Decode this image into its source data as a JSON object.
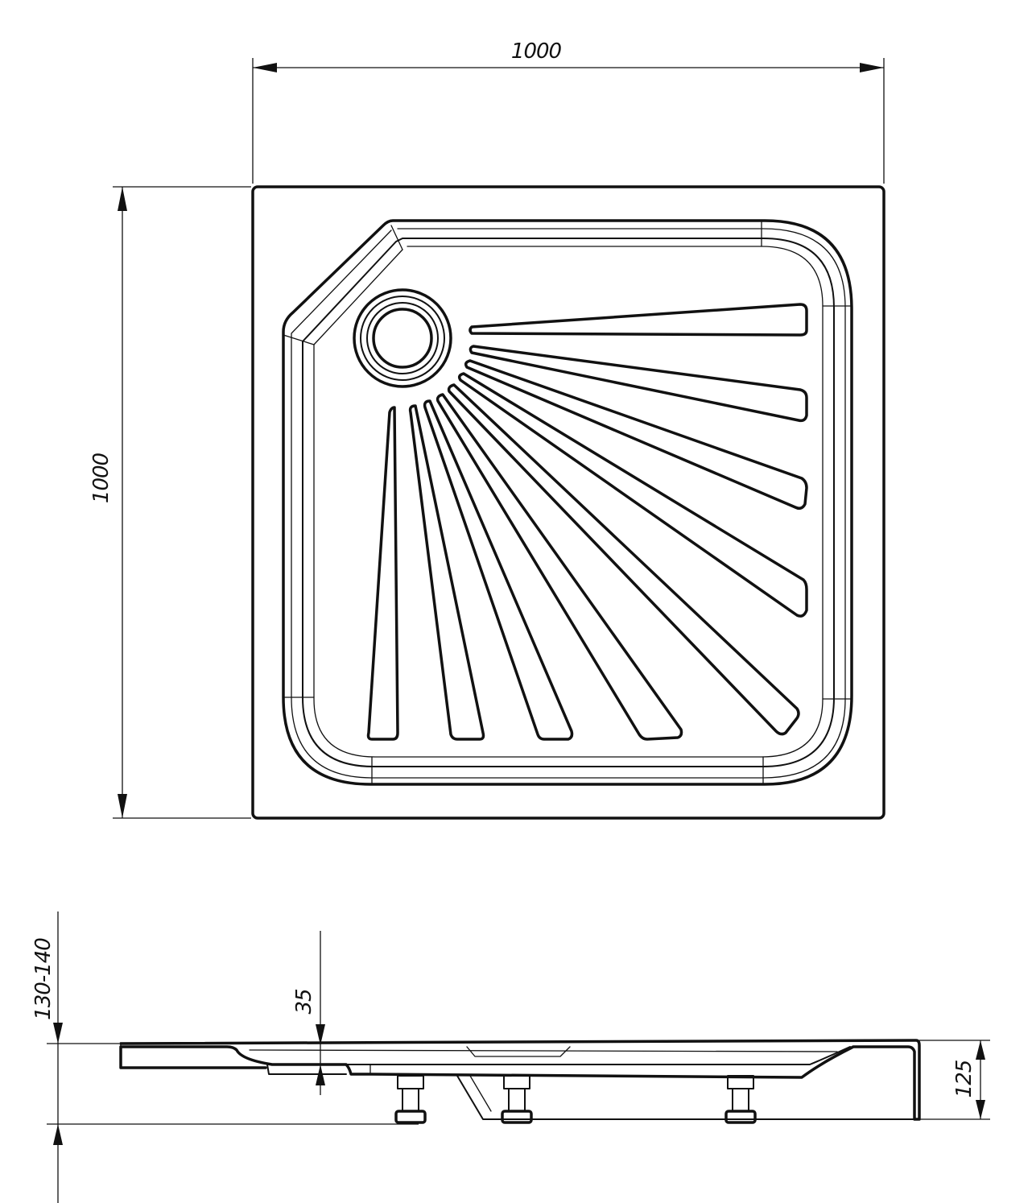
{
  "dimensions": {
    "top_width": "1000",
    "left_height": "1000",
    "side_total_height": "130-140",
    "side_depth": "35",
    "side_height": "125"
  }
}
